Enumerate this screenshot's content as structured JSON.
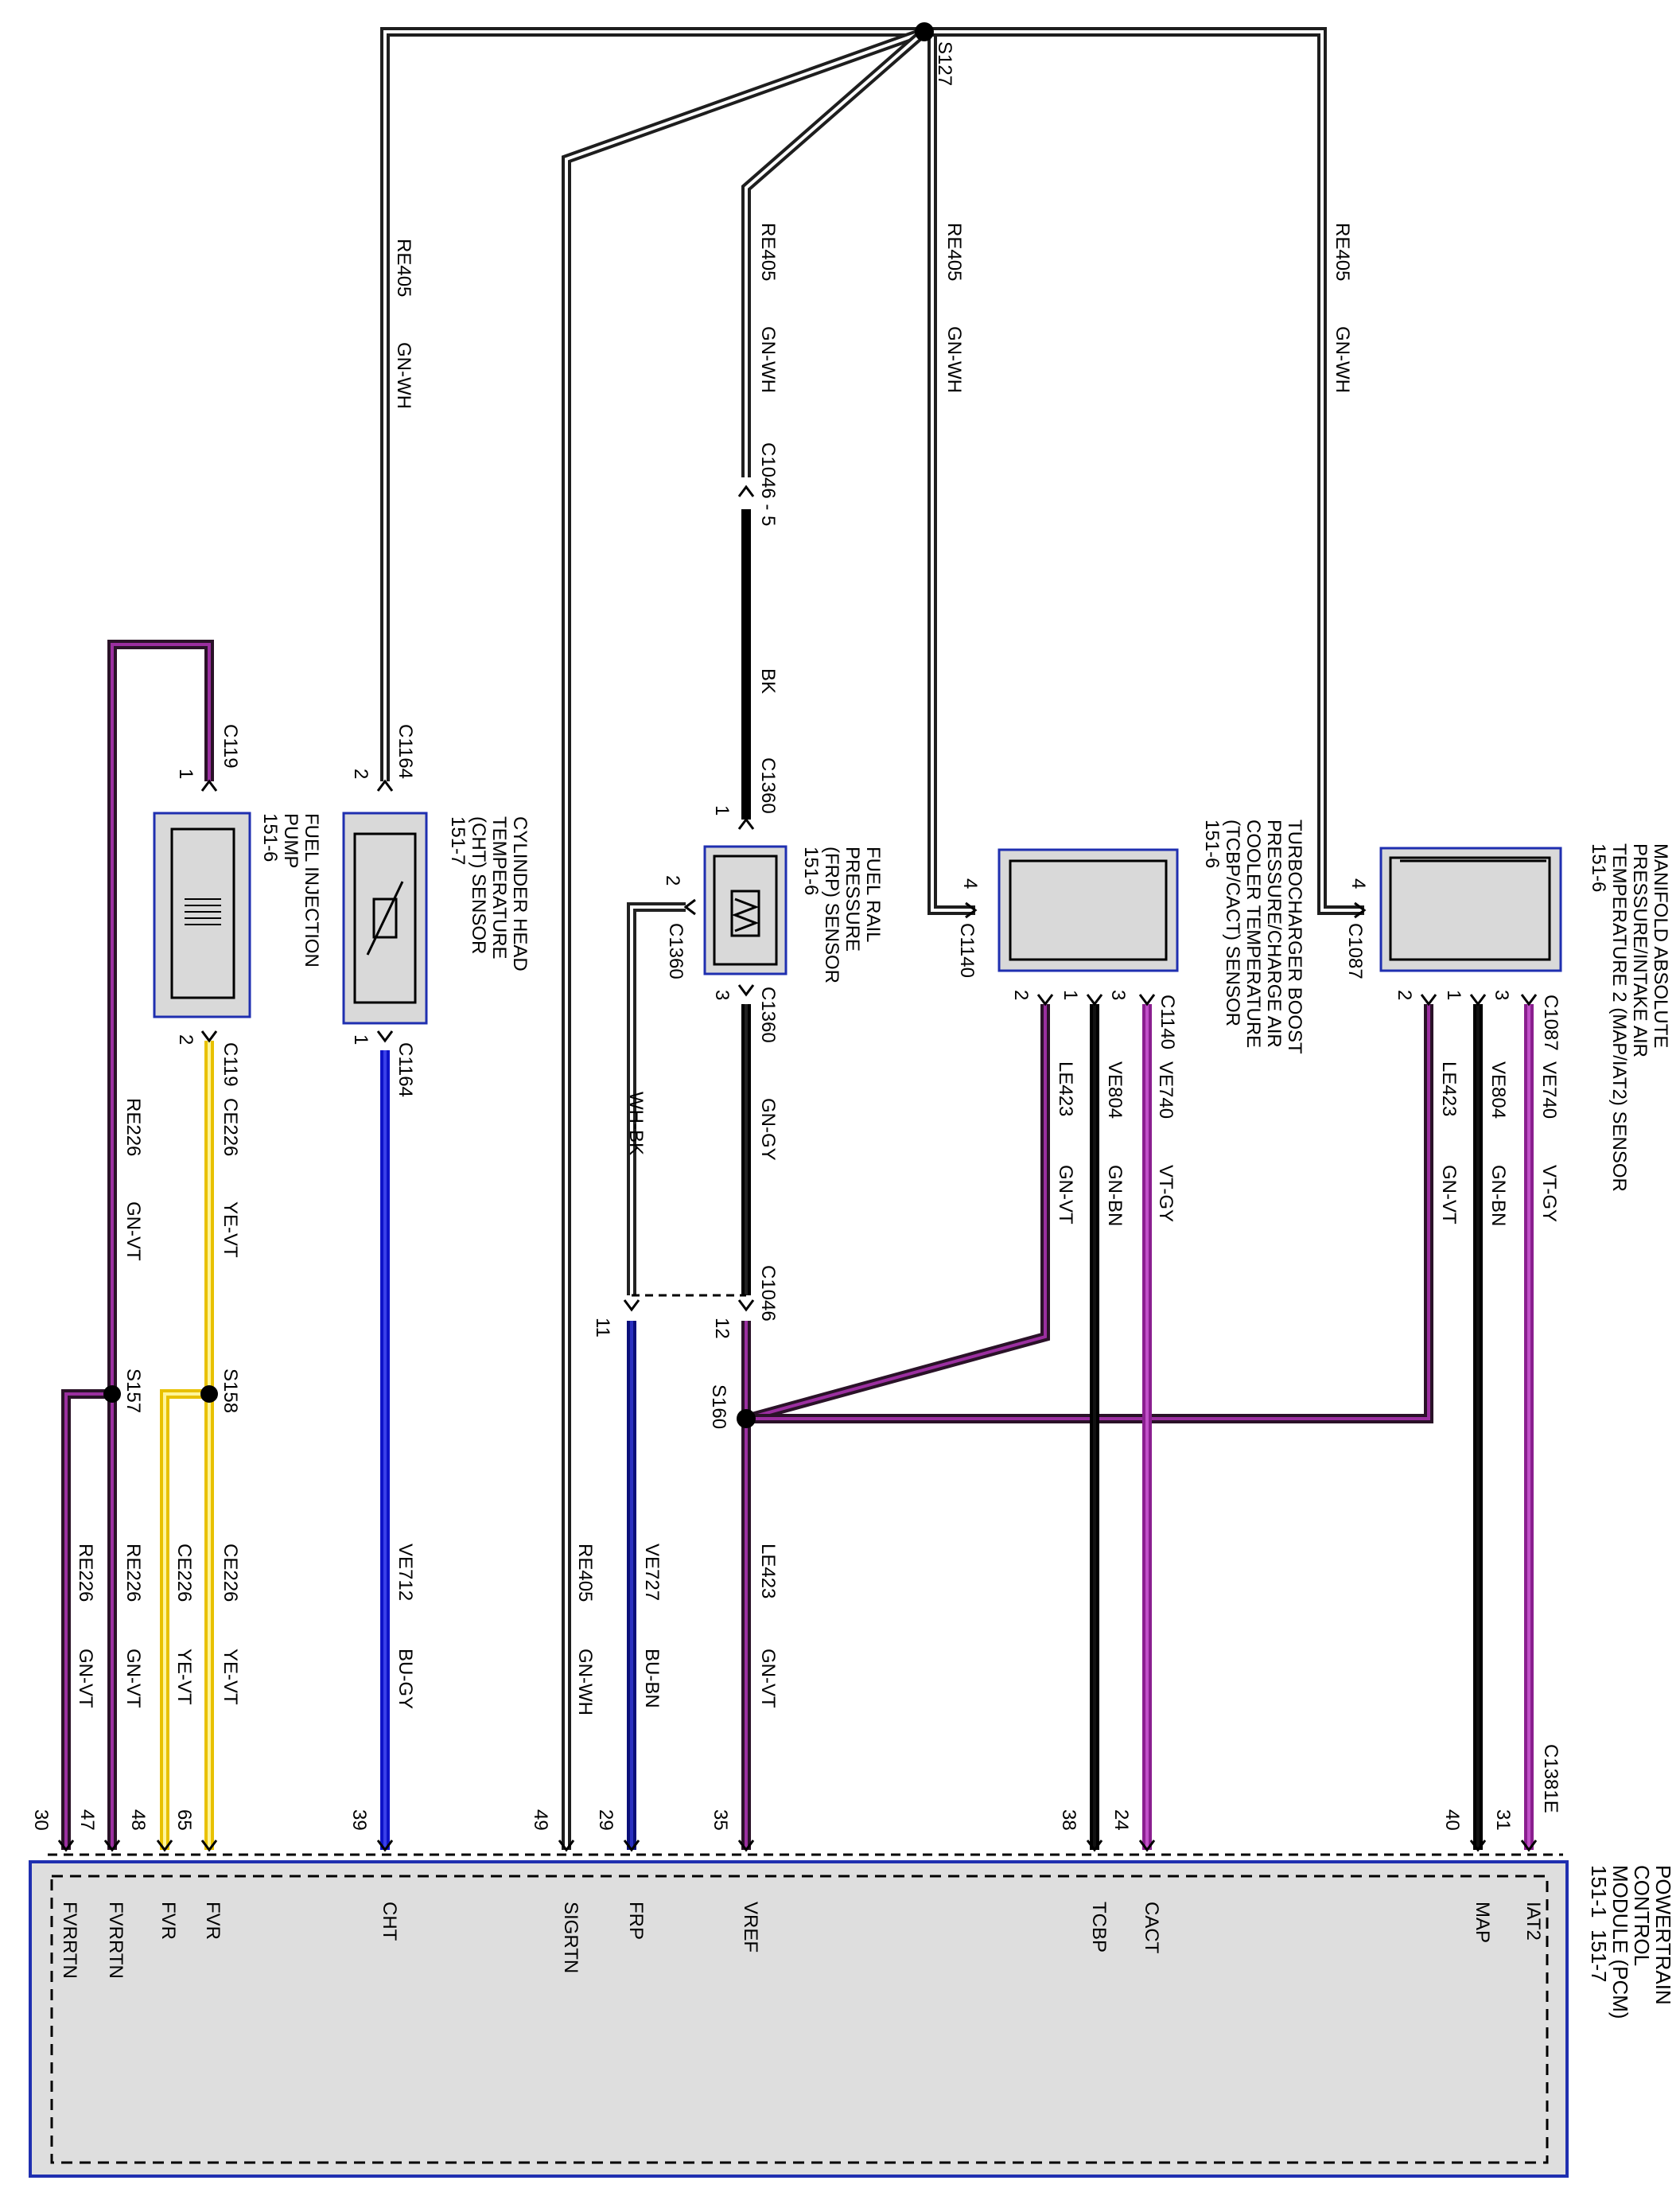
{
  "colors": {
    "GN-WH": [
      "#1e1e1e",
      "#ffffff"
    ],
    "GN-VT": [
      "#2a1228",
      "#9b2fa0"
    ],
    "YE-VT": [
      "#e8c100",
      "#fff59a"
    ],
    "BU-GY": [
      "#0e13c8",
      "#3a40e8"
    ],
    "BU-BN": [
      "#0a0f7a",
      "#2a30c0"
    ],
    "WH-BK": [
      "#222222",
      "#ffffff"
    ],
    "BK": [
      "#000000",
      "#000000"
    ],
    "GN-GY": [
      "#000000",
      "#222222"
    ],
    "GN-BN": [
      "#000000",
      "#111111"
    ],
    "VT-GY": [
      "#8a1f8f",
      "#c050c8"
    ],
    "component_fill": "#d9d9d9",
    "module_border": "#1f2fb0"
  },
  "components": {
    "fuel_injection_pump": {
      "name": "FUEL INJECTION\nPUMP\n151-6",
      "connector": "C119",
      "pin_top": "1",
      "pin_bottom": "2"
    },
    "cht_sensor": {
      "name": "CYLINDER HEAD\nTEMPERATURE\n(CHT) SENSOR\n151-7",
      "connector": "C1164",
      "pin_top": "2",
      "pin_bottom": "1"
    },
    "frp_sensor": {
      "name": "FUEL RAIL\nPRESSURE\n(FRP) SENSOR\n151-6",
      "connector": "C1360",
      "pin_1": "1",
      "pin_2": "2",
      "pin_3": "3"
    },
    "tcbp_sensor": {
      "name": "TURBOCHARGER BOOST\nPRESSURE/CHARGE AIR\nCOOLER TEMPERATURE\n(TCBP/CACT) SENSOR\n151-6",
      "connector": "C1140",
      "pin_4": "4",
      "pin_2": "2",
      "pin_1": "1",
      "pin_3": "3"
    },
    "map_sensor": {
      "name": "MANIFOLD ABSOLUTE\nPRESSURE/INTAKE AIR\nTEMPERATURE 2 (MAP/IAT2) SENSOR\n151-6",
      "connector": "C1087",
      "pin_4": "4",
      "pin_2": "2",
      "pin_1": "1",
      "pin_3": "3"
    },
    "pcm": {
      "name": "POWERTRAIN\nCONTROL\nMODULE (PCM)\n151-1  151-7",
      "connector": "C1381E"
    }
  },
  "splices": {
    "s127": "S127",
    "s157": "S157",
    "s158": "S158",
    "s160": "S160"
  },
  "inline": {
    "c1046_5": "C1046 - 5",
    "c1046": "C1046",
    "c1046_pin12": "12",
    "c1046_pin11": "11"
  },
  "wires": {
    "re405_a": {
      "circuit": "RE405",
      "color": "GN-WH"
    },
    "re405_b": {
      "circuit": "RE405",
      "color": "GN-WH"
    },
    "re405_c": {
      "circuit": "RE405",
      "color": "GN-WH"
    },
    "re405_d": {
      "circuit": "RE405",
      "color": "GN-WH"
    },
    "re405_e": {
      "circuit": "RE405",
      "color": "GN-WH"
    },
    "bk": {
      "color": "BK"
    },
    "gn_gy": {
      "color": "GN-GY"
    },
    "wh_bk": {
      "color": "WH-BK"
    },
    "re226_top": {
      "circuit": "RE226",
      "color": "GN-VT"
    },
    "ce226_top": {
      "circuit": "CE226",
      "color": "YE-VT"
    },
    "le423_tcbp": {
      "circuit": "LE423",
      "color": "GN-VT"
    },
    "ve804_tcbp": {
      "circuit": "VE804",
      "color": "GN-BN"
    },
    "ve740_tcbp": {
      "circuit": "VE740",
      "color": "VT-GY"
    },
    "le423_map": {
      "circuit": "LE423",
      "color": "GN-VT"
    },
    "ve804_map": {
      "circuit": "VE804",
      "color": "GN-BN"
    },
    "ve740_map": {
      "circuit": "VE740",
      "color": "VT-GY"
    },
    "re226_30": {
      "circuit": "RE226",
      "color": "GN-VT"
    },
    "re226_47": {
      "circuit": "RE226",
      "color": "GN-VT"
    },
    "ce226_48": {
      "circuit": "CE226",
      "color": "YE-VT"
    },
    "ce226_65": {
      "circuit": "CE226",
      "color": "YE-VT"
    },
    "ve712": {
      "circuit": "VE712",
      "color": "BU-GY"
    },
    "ve727": {
      "circuit": "VE727",
      "color": "BU-BN"
    },
    "le423_35": {
      "circuit": "LE423",
      "color": "GN-VT"
    }
  },
  "pcm_pins": [
    {
      "num": "30",
      "label": "FVRRTN"
    },
    {
      "num": "47",
      "label": "FVRRTN"
    },
    {
      "num": "48",
      "label": "FVR"
    },
    {
      "num": "65",
      "label": "FVR"
    },
    {
      "num": "39",
      "label": "CHT"
    },
    {
      "num": "49",
      "label": "SIGRTN"
    },
    {
      "num": "29",
      "label": "FRP"
    },
    {
      "num": "35",
      "label": "VREF"
    },
    {
      "num": "38",
      "label": "TCBP"
    },
    {
      "num": "24",
      "label": "CACT"
    },
    {
      "num": "40",
      "label": "MAP"
    },
    {
      "num": "31",
      "label": "IAT2"
    }
  ]
}
